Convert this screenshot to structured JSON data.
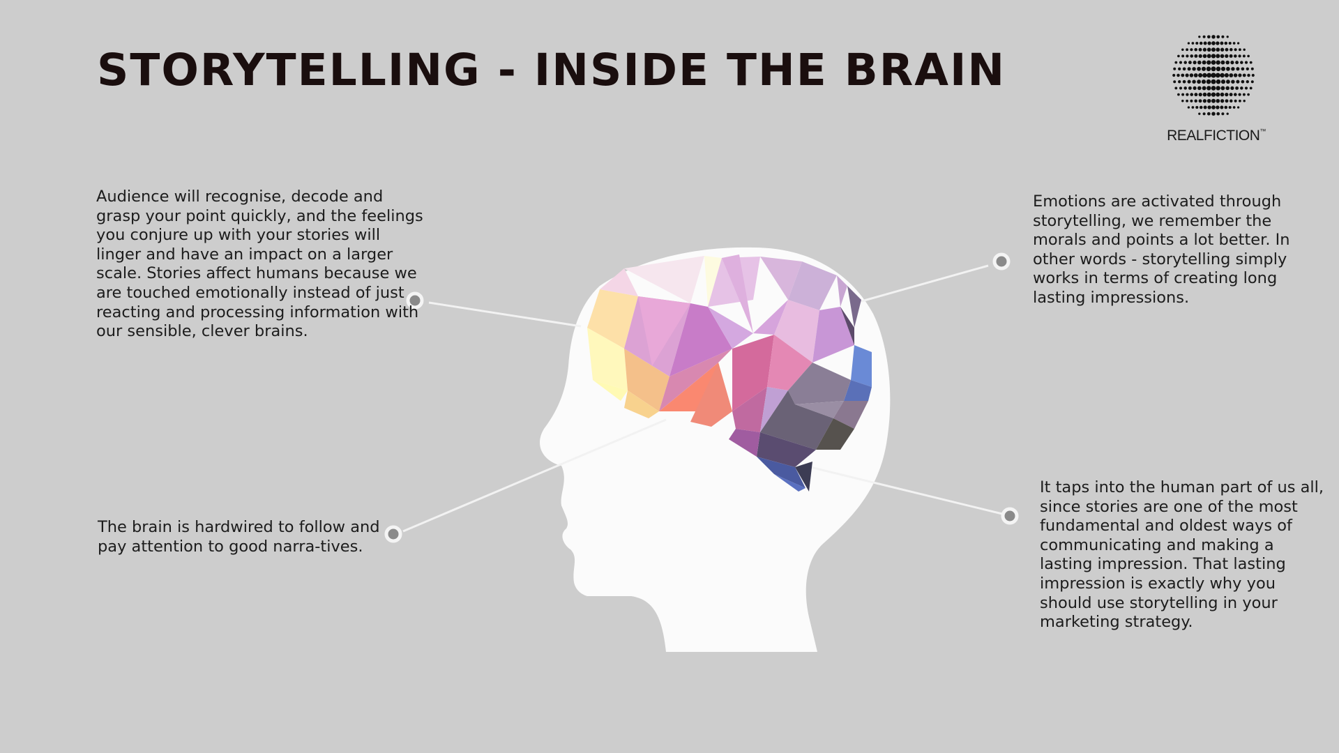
{
  "title": "STORYTELLING - INSIDE THE BRAIN",
  "logo": {
    "name": "REALFICTION",
    "tm": "™"
  },
  "callouts": {
    "top_left": "Audience will recognise, decode and grasp your point quickly, and the feelings you conjure up with your stories will linger and have an impact on a larger scale. Stories affect humans because we are touched emotionally instead of just reacting and processing information with our sensible, clever brains.",
    "bottom_left": "The brain is hardwired to follow and pay attention to good narra-tives.",
    "top_right": "Emotions are activated through storytelling, we remember the morals and points a lot better. In other words - storytelling simply works in terms of creating long lasting impressions.",
    "bottom_right": "It taps into the human part of us all, since stories are one of the most fundamental and oldest ways of communicating and making a lasting impression. That lasting impression is exactly why you should use storytelling in your marketing strategy."
  },
  "colors": {
    "background": "#cdcdcd",
    "head": "#fbfbfb",
    "connector": "#f2f2f2",
    "marker_fill": "#8a8a8a",
    "title": "#1a0e0e"
  },
  "icons": [
    "globe-dot-logo-icon",
    "head-silhouette-icon",
    "polygon-brain-icon"
  ]
}
